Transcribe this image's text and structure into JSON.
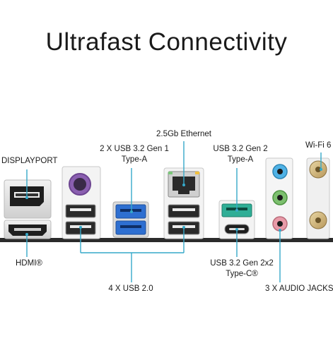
{
  "page_title": "Ultrafast Connectivity",
  "labels": {
    "displayport": "DISPLAYPORT",
    "hdmi": "HDMI®",
    "usb_gen1_line1": "2 X USB 3.2 Gen 1",
    "usb_gen1_line2": "Type-A",
    "ethernet": "2.5Gb Ethernet",
    "usb_gen2_line1": "USB 3.2 Gen 2",
    "usb_gen2_line2": "Type-A",
    "wifi": "Wi-Fi 6",
    "usb_gen2x2_line1": "USB 3.2 Gen 2x2",
    "usb_gen2x2_line2": "Type-C®",
    "usb20": "4 X USB 2.0",
    "audio": "3 X AUDIO JACKS"
  },
  "colors": {
    "accent_line": "#35a9c9",
    "usb3_blue": "#2e6fd1",
    "usb_teal": "#2fae96",
    "audio_blue": "#4fb2e6",
    "audio_green": "#7dc06f",
    "audio_pink": "#e89aa8",
    "ps2_purple": "#8a5fb0"
  }
}
